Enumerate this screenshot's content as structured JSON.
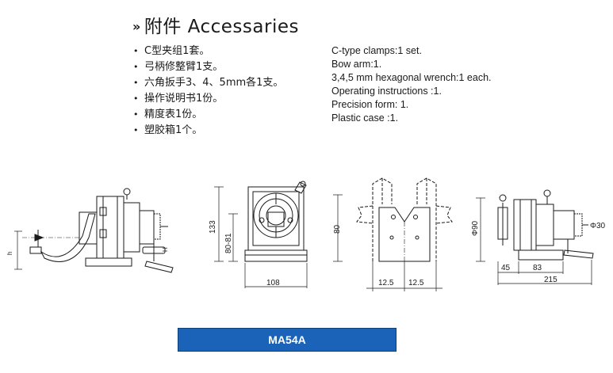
{
  "header": {
    "arrows": "»",
    "cn_title": "附件",
    "en_title": "Accessaries"
  },
  "accessories_cn": [
    "C型夹组1套。",
    "弓柄修整臂1支。",
    "六角扳手3、4、5mm各1支。",
    "操作说明书1份。",
    "精度表1份。",
    "塑胶箱1个。"
  ],
  "accessories_en": [
    "C-type clamps:1 set.",
    "Bow arm:1.",
    "3,4,5 mm hexagonal wrench:1 each.",
    "Operating instructions :1.",
    "Precision form: 1.",
    "Plastic case :1."
  ],
  "bullet": "•",
  "drawing_labels": {
    "side_view_h": "h",
    "side_view_H": "H",
    "front_height": "133",
    "front_center_range": "80-81",
    "front_width": "108",
    "block_height": "80",
    "block_half_left": "12.5",
    "block_half_right": "12.5",
    "right_diameter": "Φ90",
    "right_shaft_diameter": "Φ30",
    "right_dim_45": "45",
    "right_dim_83": "83",
    "right_dim_215": "215"
  },
  "model": "MA54A",
  "colors": {
    "model_bar": "#1a63b8",
    "line": "#1a1a1a"
  }
}
